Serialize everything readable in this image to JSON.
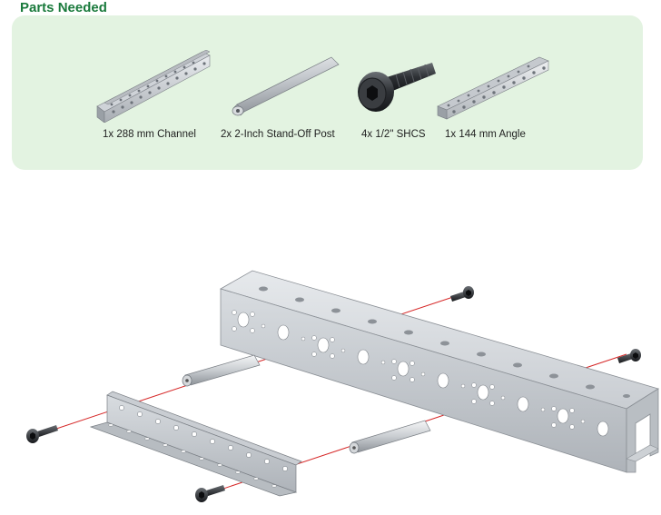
{
  "header": {
    "title": "Parts Needed"
  },
  "parts": [
    {
      "label": "1x 288 mm Channel",
      "icon": "channel-icon"
    },
    {
      "label": "2x 2-Inch Stand-Off Post",
      "icon": "standoff-post-icon"
    },
    {
      "label": "4x 1/2\" SHCS",
      "icon": "shcs-screw-icon"
    },
    {
      "label": "1x 144 mm Angle",
      "icon": "angle-icon"
    }
  ],
  "colors": {
    "panel": "#e3f3e1",
    "title": "#1a7a3c",
    "assembly_line": "#d62828"
  }
}
